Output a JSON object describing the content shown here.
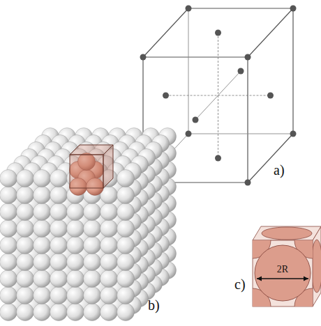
{
  "diagram": {
    "labels": [
      "a)",
      "b)",
      "c)",
      "2R"
    ]
  }
}
